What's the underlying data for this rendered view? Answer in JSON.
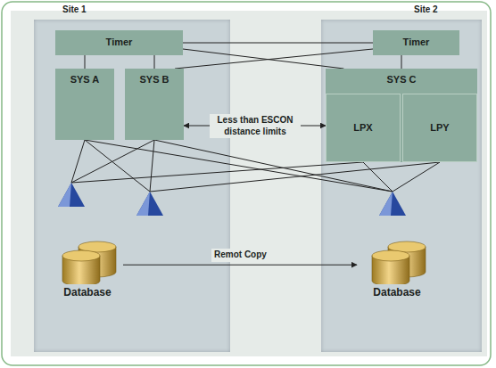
{
  "diagram": {
    "nodes": [
      {
        "text": [
          "Site 1"
        ]
      },
      {
        "text": [
          "Timer"
        ],
        "in": 0
      },
      {
        "text": [
          "SYS A"
        ],
        "in": 0
      },
      {
        "text": [
          "SYS B"
        ],
        "in": 0
      },
      {
        "text": [
          "Database"
        ],
        "in": 0
      },
      {
        "text": [
          "Site 2"
        ]
      },
      {
        "text": [
          "Timer"
        ],
        "in": 5
      },
      {
        "text": [
          "SYS C"
        ],
        "in": 5
      },
      {
        "text": [
          "LPX"
        ],
        "in": 7
      },
      {
        "text": [
          "LPY"
        ],
        "in": 7
      },
      {
        "text": [
          "Database"
        ],
        "in": 5
      }
    ],
    "edges": [
      {
        "from": 1,
        "to": 6,
        "arrow": "none"
      },
      {
        "from": 1,
        "to": 2,
        "arrow": "none"
      },
      {
        "from": 1,
        "to": 3,
        "arrow": "none"
      },
      {
        "from": 1,
        "to": 7,
        "arrow": "none"
      },
      {
        "from": 6,
        "to": 3,
        "arrow": "none"
      },
      {
        "from": 6,
        "to": 7,
        "arrow": "none"
      },
      {
        "from": 3,
        "to": 7,
        "arrow": "both",
        "label": "Less than ESCON distance limits"
      },
      {
        "from": 4,
        "to": 10,
        "arrow": "to",
        "label": "Remot Copy"
      }
    ]
  }
}
